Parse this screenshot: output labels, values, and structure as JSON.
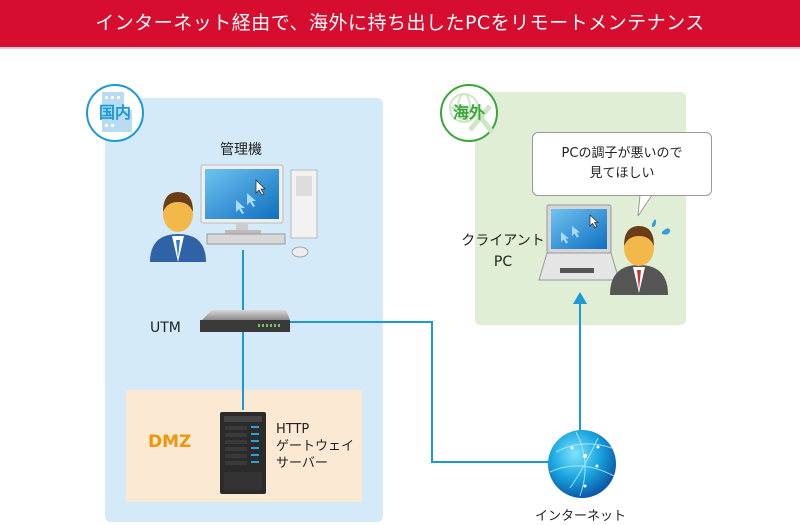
{
  "banner": {
    "title": "インターネット経由で、海外に持ち出したPCをリモートメンテナンス",
    "color": "#d60d2e"
  },
  "zones": {
    "domestic": {
      "badge": "国内",
      "color": "#1a9ad6",
      "background": "#d4eaf8",
      "icon": "office-building-icon"
    },
    "overseas": {
      "badge": "海外",
      "color": "#3aa63a",
      "background": "#dfeed5",
      "icon": "globe-airplane-icon"
    },
    "dmz": {
      "label": "DMZ",
      "color": "#f0960a",
      "background": "#fbe9d3"
    }
  },
  "nodes": {
    "admin_pc": {
      "label": "管理機",
      "icon": "desktop-pc-with-admin-user-icon"
    },
    "utm": {
      "label": "UTM",
      "icon": "utm-appliance-icon"
    },
    "gateway": {
      "label_lines": [
        "HTTP",
        "ゲートウェイ",
        "サーバー"
      ],
      "icon": "server-tower-icon"
    },
    "client_pc": {
      "label_lines": [
        "クライアント",
        "PC"
      ],
      "icon": "laptop-with-user-icon"
    },
    "internet": {
      "label": "インターネット",
      "icon": "globe-icon"
    }
  },
  "speech_bubble": {
    "lines": [
      "PCの調子が悪いので",
      "見てほしい"
    ]
  },
  "line_color": "#1a9ad6"
}
